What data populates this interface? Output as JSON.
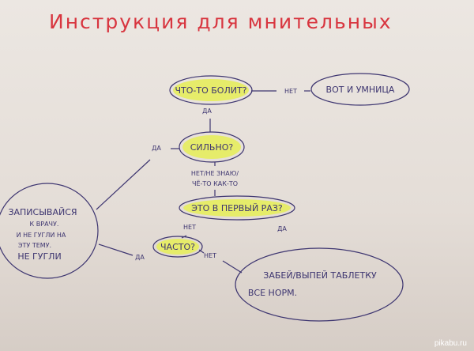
{
  "title": "Инструкция для мнительных",
  "nodes": {
    "q_hurts": "Что-то болит?",
    "good": "Вот и умница",
    "q_bad": "Сильно?",
    "q_first": "Это в первый раз?",
    "q_often": "Часто?",
    "doctor": [
      "Записывайся",
      "к врачу.",
      "И не гугли на",
      "эту тему.",
      "Не гугли"
    ],
    "pill": [
      "Забей/выпей таблетку",
      "все норм."
    ]
  },
  "edges": {
    "hurts_no": "НЕТ",
    "hurts_yes": "ДА",
    "bad_yes": "ДА",
    "bad_no": [
      "НЕТ/НЕ ЗНАЮ/",
      "чё-то как-то"
    ],
    "first_no": "НЕТ",
    "first_yes": "ДА",
    "often_yes": "ДА",
    "often_no": "НЕТ"
  },
  "colors": {
    "ink": "#3d3570",
    "title": "#d8353f",
    "highlight": "#e6ec6a"
  },
  "watermark": "pikabu.ru"
}
